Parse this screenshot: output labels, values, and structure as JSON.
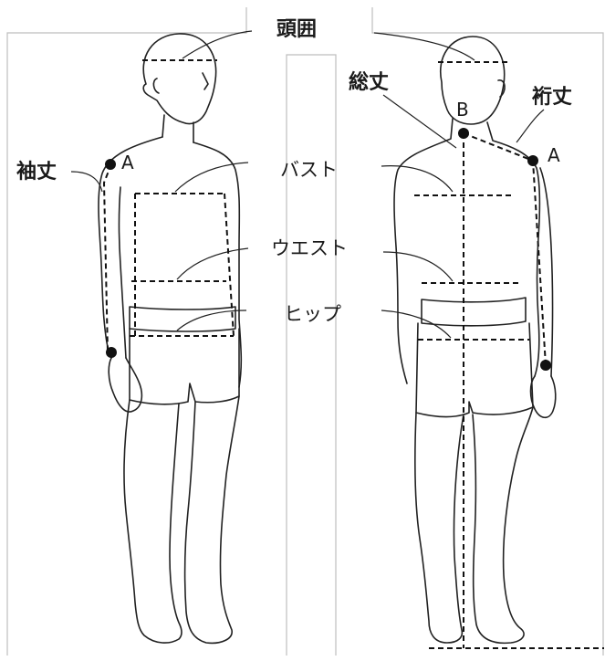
{
  "labels": {
    "head": "頭囲",
    "sleeve": "袖丈",
    "total_length": "総丈",
    "yuki": "裄丈",
    "bust": "バスト",
    "waist": "ウエスト",
    "hip": "ヒップ"
  },
  "points": {
    "a_front": "A",
    "a_back": "A",
    "b_back": "B"
  }
}
